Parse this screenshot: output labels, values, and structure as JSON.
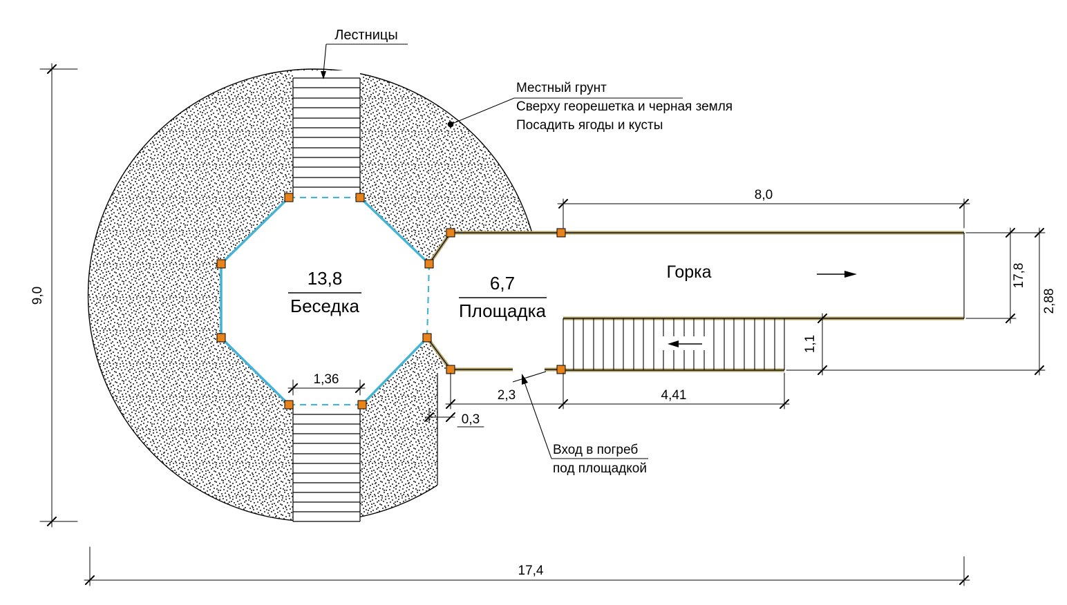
{
  "plan": {
    "callouts": {
      "stairs": "Лестницы",
      "ground_line1": "Местный грунт",
      "ground_line2": "Сверху георешетка и черная земля",
      "ground_line3": "Посадить ягоды и кусты",
      "cellar_line1": "Вход в погреб",
      "cellar_line2": "под площадкой"
    },
    "areas": {
      "gazebo_value": "13,8",
      "gazebo_label": "Беседка",
      "platform_value": "6,7",
      "platform_label": "Площадка",
      "slide_label": "Горка"
    },
    "dimensions": {
      "total_height": "9,0",
      "total_width": "17,4",
      "slide_length": "8,0",
      "slide_width": "17,8",
      "right_total_height": "2,88",
      "stair_run_length": "4,41",
      "stair_run_width": "1,1",
      "platform_length": "2,3",
      "edge_offset": "0,3",
      "stair_opening": "1,36"
    },
    "colors": {
      "wall_line": "#44b3d6",
      "timber_line": "#b2a266",
      "post_fill": "#e8831c",
      "line": "#000000"
    }
  }
}
